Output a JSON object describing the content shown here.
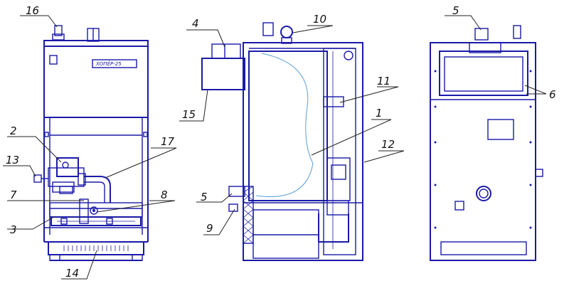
{
  "plate_text": "ХОПЁР-25",
  "callouts": [
    {
      "id": "c16",
      "label": "16"
    },
    {
      "id": "c2",
      "label": "2"
    },
    {
      "id": "c13",
      "label": "13"
    },
    {
      "id": "c7",
      "label": "7"
    },
    {
      "id": "c3",
      "label": "3"
    },
    {
      "id": "c17",
      "label": "17"
    },
    {
      "id": "c8",
      "label": "8"
    },
    {
      "id": "c14",
      "label": "14"
    },
    {
      "id": "c4",
      "label": "4"
    },
    {
      "id": "c15",
      "label": "15"
    },
    {
      "id": "c10",
      "label": "10"
    },
    {
      "id": "c11",
      "label": "11"
    },
    {
      "id": "c1",
      "label": "1"
    },
    {
      "id": "c12",
      "label": "12"
    },
    {
      "id": "c5a",
      "label": "5"
    },
    {
      "id": "c9",
      "label": "9"
    },
    {
      "id": "c5b",
      "label": "5"
    },
    {
      "id": "c6",
      "label": "6"
    }
  ],
  "colors": {
    "drawing": "#1a1aa8",
    "water": "#5aa0d8",
    "labels": "#111111"
  }
}
